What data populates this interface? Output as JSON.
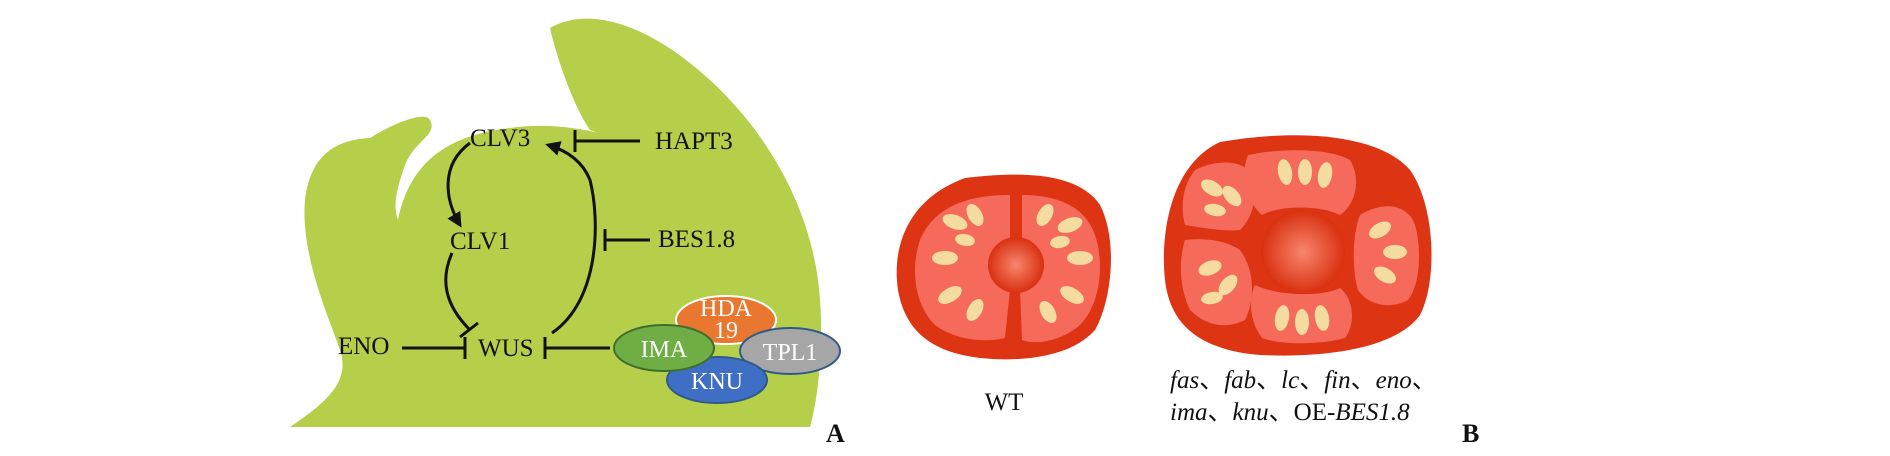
{
  "panel_a": {
    "letter": "A",
    "nodes": {
      "clv3": "CLV3",
      "clv1": "CLV1",
      "wus": "WUS",
      "eno": "ENO",
      "hapt3": "HAPT3",
      "bes18": "BES1.8"
    },
    "complex": {
      "hda19_line1": "HDA",
      "hda19_line2": "19",
      "ima": "IMA",
      "knu": "KNU",
      "tpl1": "TPL1"
    }
  },
  "panel_b": {
    "letter": "B",
    "wt_caption": "WT",
    "mutant_caption": {
      "line1_genes": [
        "fas",
        "fab",
        "lc",
        "fin",
        "eno"
      ],
      "line2_genes": [
        "ima",
        "knu"
      ],
      "oe_prefix": "OE-",
      "oe_gene": "BES1.8",
      "separator": "、"
    }
  },
  "colors": {
    "meristem_green": "#b5cf4b",
    "tomato_skin": "#dd3414",
    "tomato_locule": "#f56a5b",
    "seed": "#f4dca0",
    "hda19": "#e9772f",
    "ima": "#6fae45",
    "knu": "#3f6fc4",
    "tpl1": "#a6a6a6"
  }
}
